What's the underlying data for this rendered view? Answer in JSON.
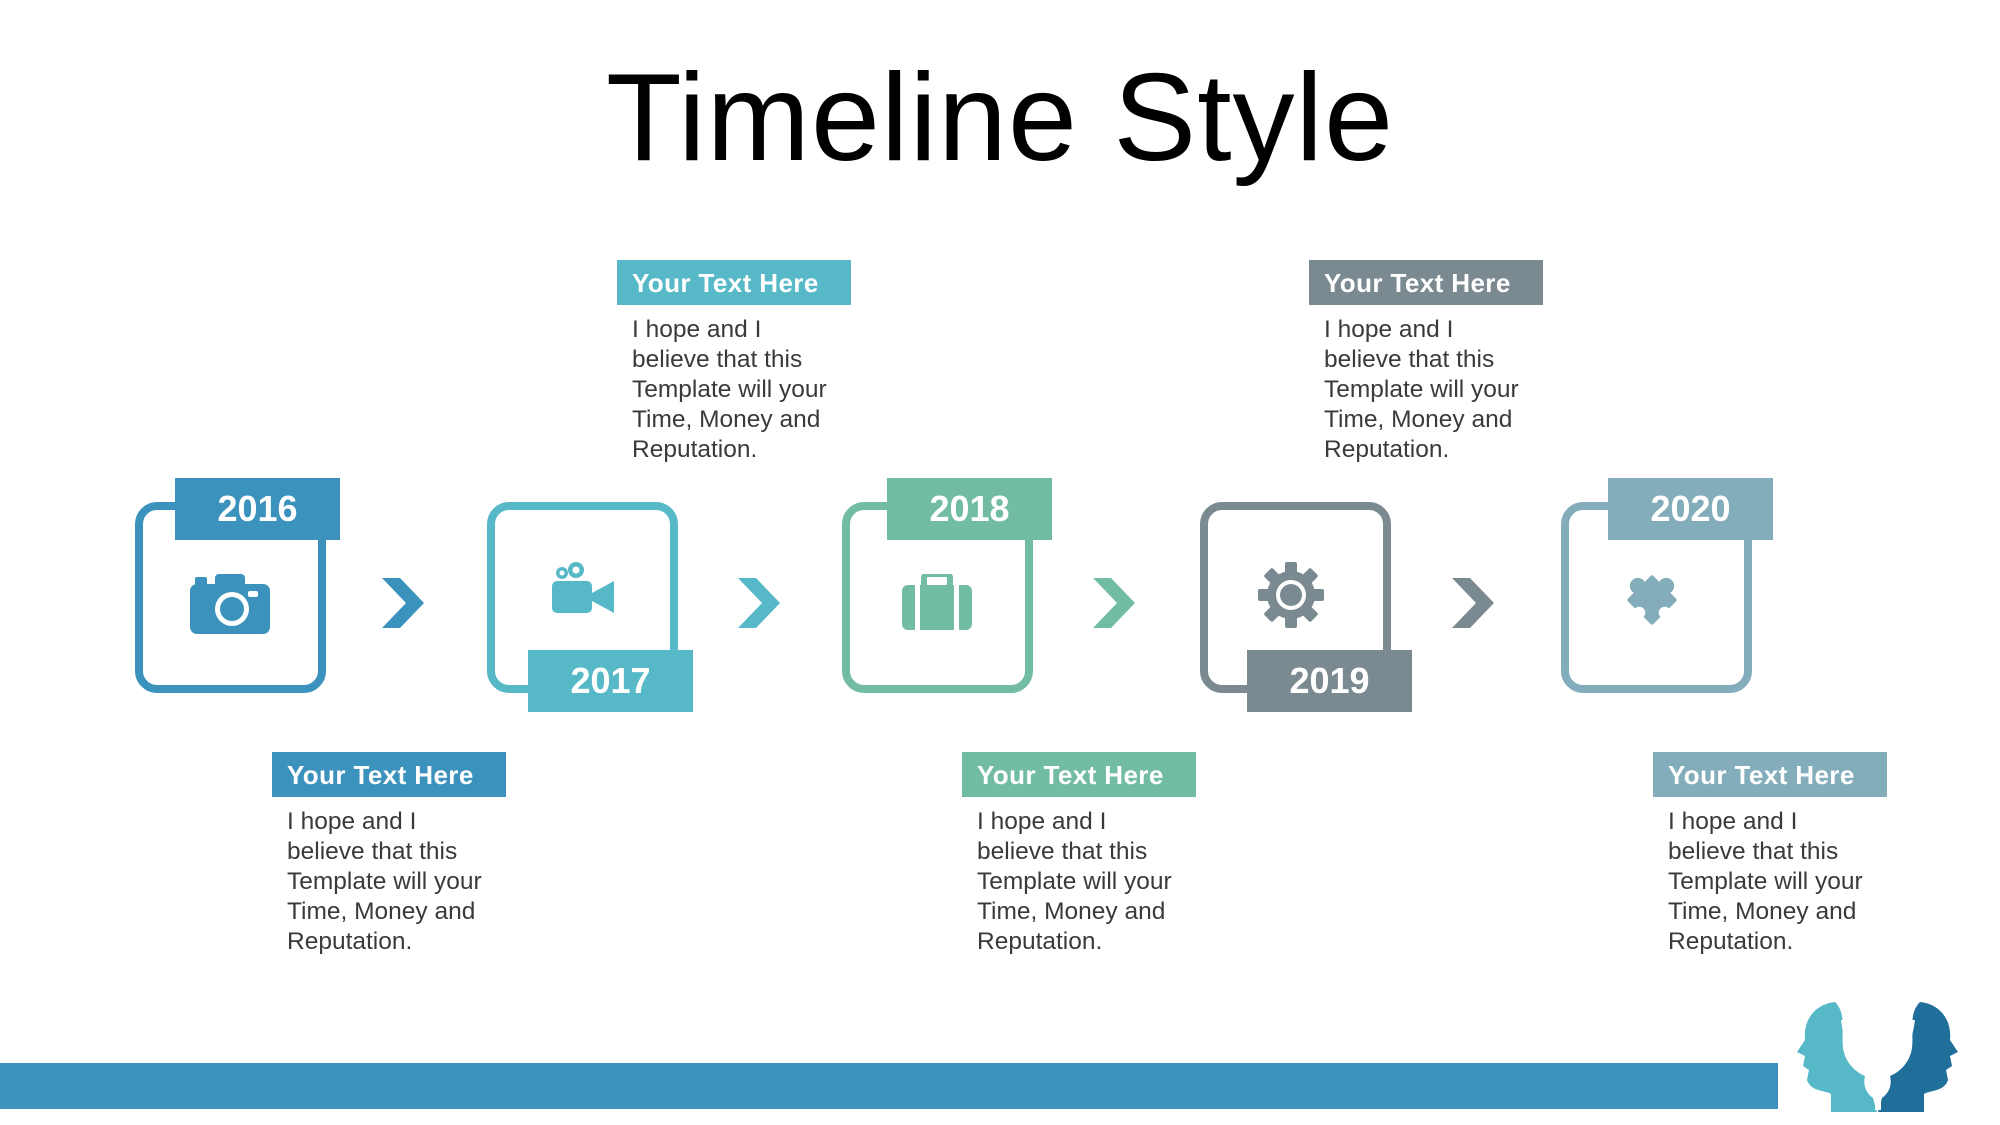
{
  "title": "Timeline Style",
  "colors": {
    "c2016": "#3a92bd",
    "c2017": "#57b9c7",
    "c2018": "#72bca6",
    "c2019": "#7b8a91",
    "c2020": "#84adbb",
    "bar": "#3a92bd"
  },
  "milestones": [
    {
      "year": "2016",
      "icon": "camera-icon",
      "label": "Your Text  Here",
      "text": [
        "I hope and I",
        "believe that this",
        "Template will your",
        "Time, Money and",
        "Reputation."
      ]
    },
    {
      "year": "2017",
      "icon": "video-camera-icon",
      "label": "Your Text  Here",
      "text": [
        "I hope and I",
        "believe that this",
        "Template will your",
        "Time, Money and",
        "Reputation."
      ]
    },
    {
      "year": "2018",
      "icon": "briefcase-icon",
      "label": "Your Text  Here",
      "text": [
        "I hope and I",
        "believe that this",
        "Template will your",
        "Time, Money and",
        "Reputation."
      ]
    },
    {
      "year": "2019",
      "icon": "gear-icon",
      "label": "Your Text  Here",
      "text": [
        "I hope and I",
        "believe that this",
        "Template will your",
        "Time, Money and",
        "Reputation."
      ]
    },
    {
      "year": "2020",
      "icon": "puzzle-icon",
      "label": "Your Text  Here",
      "text": [
        "I hope and I",
        "believe that this",
        "Template will your",
        "Time, Money and",
        "Reputation."
      ]
    }
  ]
}
